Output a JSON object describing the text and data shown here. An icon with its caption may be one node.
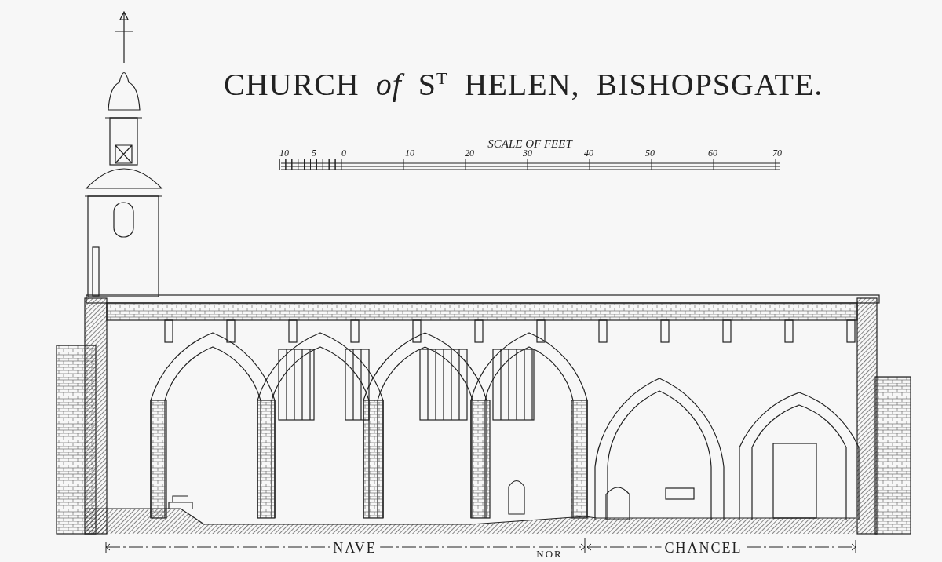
{
  "diagram": {
    "title": "CHURCH *of* S$^{T}$ HELEN, BISHOPSGATE.",
    "labels": [
      "SCALE OF FEET",
      "10",
      "5",
      "0",
      "10",
      "20",
      "30",
      "40",
      "50",
      "60",
      "70",
      "NAVE",
      "CHANCEL",
      "NOR"
    ]
  }
}
